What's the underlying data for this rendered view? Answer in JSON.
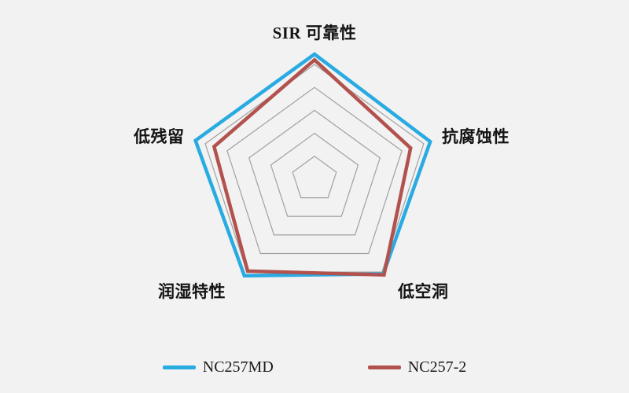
{
  "chart_data": {
    "type": "radar",
    "title": "",
    "categories": [
      "SIR 可靠性",
      "抗腐蚀性",
      "低空洞",
      "润湿特性",
      "低残留"
    ],
    "axis_order": "clockwise-from-top",
    "ring_values": [
      1,
      2,
      3,
      4,
      5
    ],
    "scale_max": 5,
    "grid_color": "#a0a0a0",
    "grid_visible": true,
    "legend_position": "bottom",
    "background_color": "#f2f2f2",
    "series": [
      {
        "name": "NC257MD",
        "color": "#29abe2",
        "values": [
          5.45,
          5.3,
          5.1,
          5.2,
          5.45
        ]
      },
      {
        "name": "NC257-2",
        "color": "#b2524e",
        "values": [
          5.2,
          4.4,
          5.15,
          4.95,
          4.6
        ]
      }
    ]
  }
}
